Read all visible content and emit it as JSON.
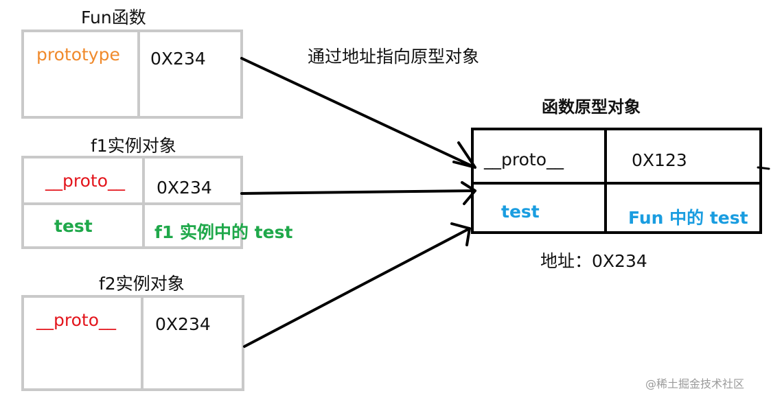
{
  "fun_box": {
    "title": "Fun函数",
    "key": "prototype",
    "value": "0X234"
  },
  "f1_box": {
    "title": "f1实例对象",
    "proto_key": "__proto__",
    "proto_value": "0X234",
    "test_key": "test",
    "test_value": "f1 实例中的 test"
  },
  "f2_box": {
    "title": "f2实例对象",
    "proto_key": "__proto__",
    "proto_value": "0X234"
  },
  "arrow_label": "通过地址指向原型对象",
  "prototype_box": {
    "title": "函数原型对象",
    "proto_key": "__proto__",
    "proto_value": "0X123",
    "test_key": "test",
    "test_value": "Fun 中的 test",
    "address": "地址：0X234"
  },
  "watermark": "@稀土掘金技术社区",
  "colors": {
    "prototype_key": "#f08a2c",
    "proto_key": "#e3151c",
    "f1_test": "#1fa84a",
    "fun_test": "#1a9de0",
    "gray_border": "#c9c9c9"
  }
}
